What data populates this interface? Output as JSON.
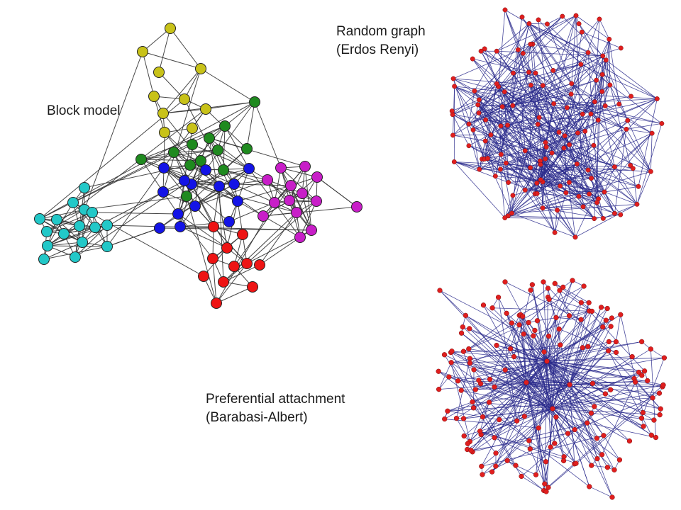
{
  "labels": {
    "block_model": "Block model",
    "random_graph_line1": "Random graph",
    "random_graph_line2": "(Erdos Renyi)",
    "preferential_line1": "Preferential attachment",
    "preferential_line2": "(Barabasi-Albert)"
  },
  "colors": {
    "block_yellow": "#c8c219",
    "block_green": "#1f8a1f",
    "block_blue": "#1414e6",
    "block_magenta": "#c81ec8",
    "block_red": "#ee1414",
    "block_cyan": "#22c8c8",
    "block_edge": "#333333",
    "node_outline": "#222222",
    "network_edge": "#2a2a8c",
    "network_node": "#e01e1e"
  },
  "networks": {
    "block_model": {
      "groups": [
        {
          "name": "yellow",
          "color_key": "block_yellow",
          "size": 10
        },
        {
          "name": "green",
          "color_key": "block_green",
          "size": 12
        },
        {
          "name": "blue",
          "color_key": "block_blue",
          "size": 14
        },
        {
          "name": "magenta",
          "color_key": "block_magenta",
          "size": 14
        },
        {
          "name": "red",
          "color_key": "block_red",
          "size": 11
        },
        {
          "name": "cyan",
          "color_key": "block_cyan",
          "size": 16
        }
      ]
    },
    "random_graph": {
      "model": "Erdos Renyi",
      "nodes": 130
    },
    "preferential_attachment": {
      "model": "Barabasi-Albert",
      "nodes": 160
    }
  }
}
